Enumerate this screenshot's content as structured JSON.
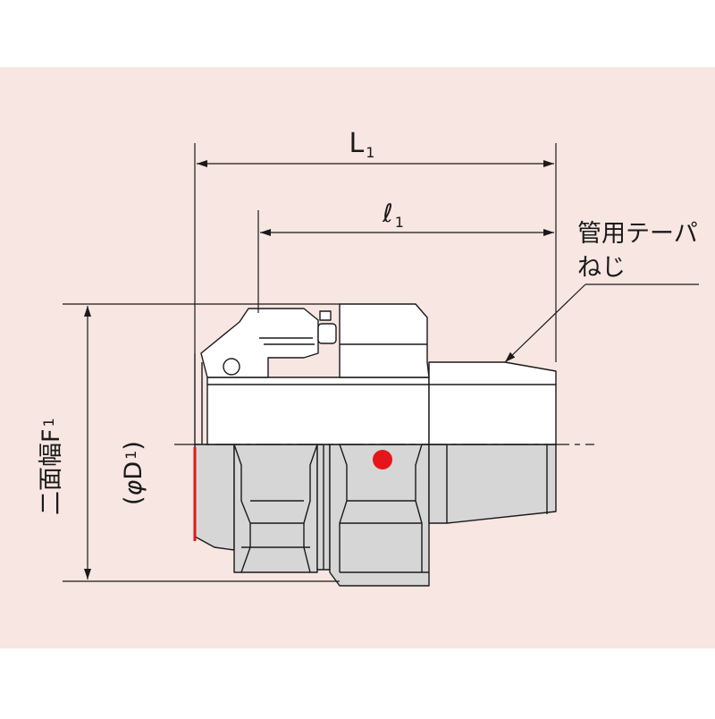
{
  "labels": {
    "length_total": "L",
    "length_total_sub": "1",
    "length_thread": "ℓ",
    "length_thread_sub": "1",
    "thread_callout_line1": "管用テーパ",
    "thread_callout_line2": "ねじ",
    "across_flats": "二面幅F",
    "across_flats_sub": "1",
    "diameter_open": "(",
    "diameter_phi": "φ",
    "diameter_letter": "D",
    "diameter_sub": "1",
    "diameter_close": ")"
  },
  "colors": {
    "background_panel": "#f7e6e1",
    "outline": "#1a1a1a",
    "section_fill": "#d6d6d6",
    "body_fill": "#ffffff",
    "marker_dot": "#e4161b",
    "seal_edge": "#e4161b"
  }
}
